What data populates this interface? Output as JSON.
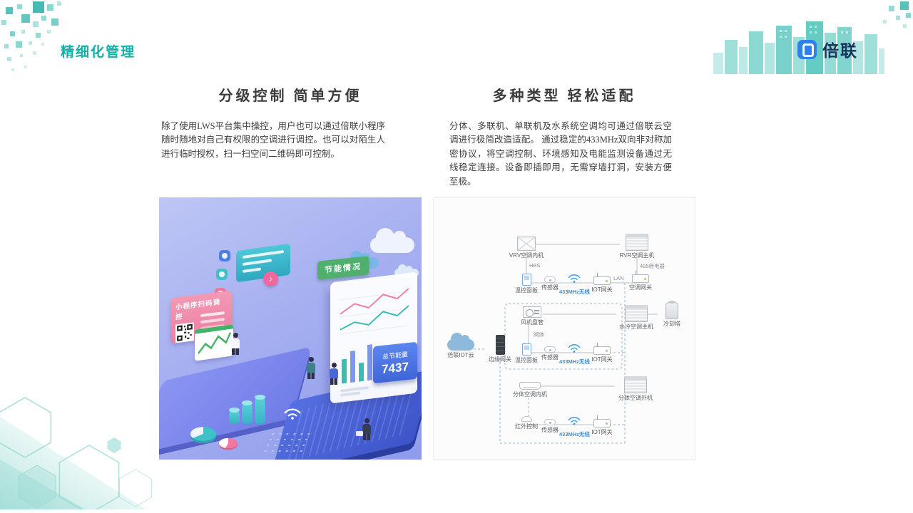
{
  "page": {
    "title": "精细化管理",
    "logo_text": "倍联"
  },
  "colors": {
    "accent_teal": "#12b1a8",
    "logo_blue": "#2f80ed",
    "wireless_blue": "#4aa3dd"
  },
  "icons": {
    "music_note": "♪"
  },
  "left": {
    "heading": "分级控制 简单方便",
    "body": "除了使用LWS平台集中操控，用户也可以通过倍联小程序随时随地对自己有权限的空调进行调控。也可以对陌生人进行临时授权，扫一扫空间二维码即可控制。",
    "illustration": {
      "qr_sign": "小程序扫码调控",
      "energy_sign": "节能情况",
      "stat_label": "总节能量",
      "stat_value": "7437"
    }
  },
  "right": {
    "heading": "多种类型 轻松适配",
    "body": "分体、多联机、单联机及水系统空调均可通过倍联云空调进行极简改造适配。 通过稳定的433MHz双向非对称加密协议，将空调控制、环境感知及电能监测设备通过无线稳定连接。设备即插即用，无需穿墙打洞，安装方便至极。",
    "diagram": {
      "vrv_indoor": "VRV空调内机",
      "hbs": "HBS",
      "rvr_main": "RVR空调主机",
      "bus_485": "485继电器",
      "thermostat": "温控面板",
      "sensor": "传感器",
      "wireless_433": "433MHz无线",
      "iot_gateway": "IOT网关",
      "lan": "LAN",
      "ac_gateway": "空调网关",
      "fan_coil": "风机盘管",
      "valve": "阀体",
      "water_chiller": "水冷空调主机",
      "cooling_tower": "冷却塔",
      "iot_cloud": "倍联IOT云",
      "edge_gateway": "边缘网关",
      "split_indoor": "分体空调内机",
      "split_outdoor": "分体空调外机",
      "ir_control": "红外控制"
    }
  }
}
